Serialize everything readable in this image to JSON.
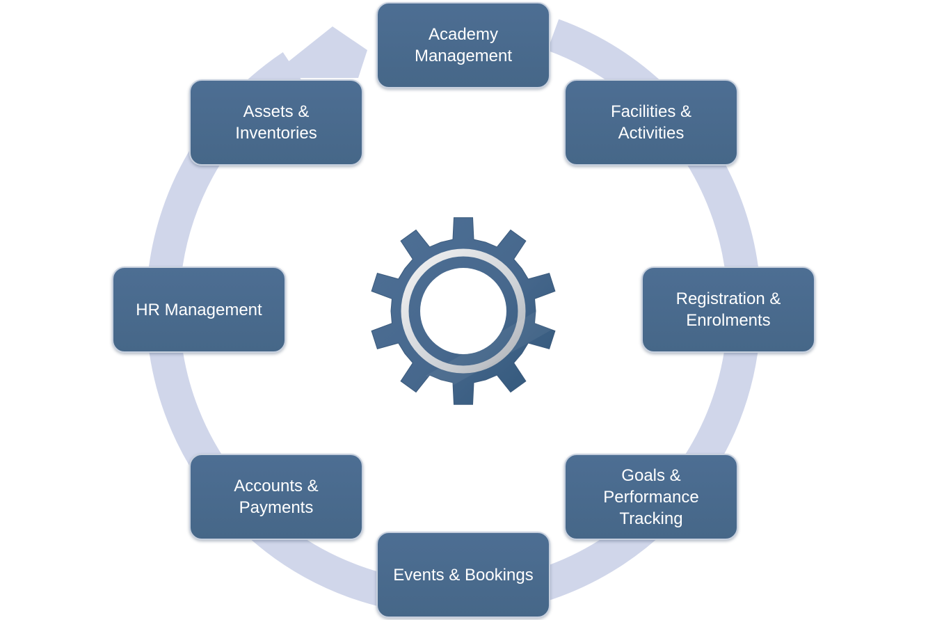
{
  "colors": {
    "box_fill": "#4a6a8e",
    "box_border": "#c7d0de",
    "ring": "#d0d6ea",
    "gear": "#4a6a8e",
    "text": "#ffffff"
  },
  "center": {
    "icon": "gear-icon"
  },
  "nodes": {
    "academy": {
      "label": "Academy\nManagement"
    },
    "facilities": {
      "label": "Facilities &\nActivities"
    },
    "registration": {
      "label": "Registration &\nEnrolments"
    },
    "goals": {
      "label": "Goals &\nPerformance\nTracking"
    },
    "events": {
      "label": "Events & Bookings"
    },
    "accounts": {
      "label": "Accounts &\nPayments"
    },
    "hr": {
      "label": "HR Management"
    },
    "assets": {
      "label": "Assets &\nInventories"
    }
  }
}
